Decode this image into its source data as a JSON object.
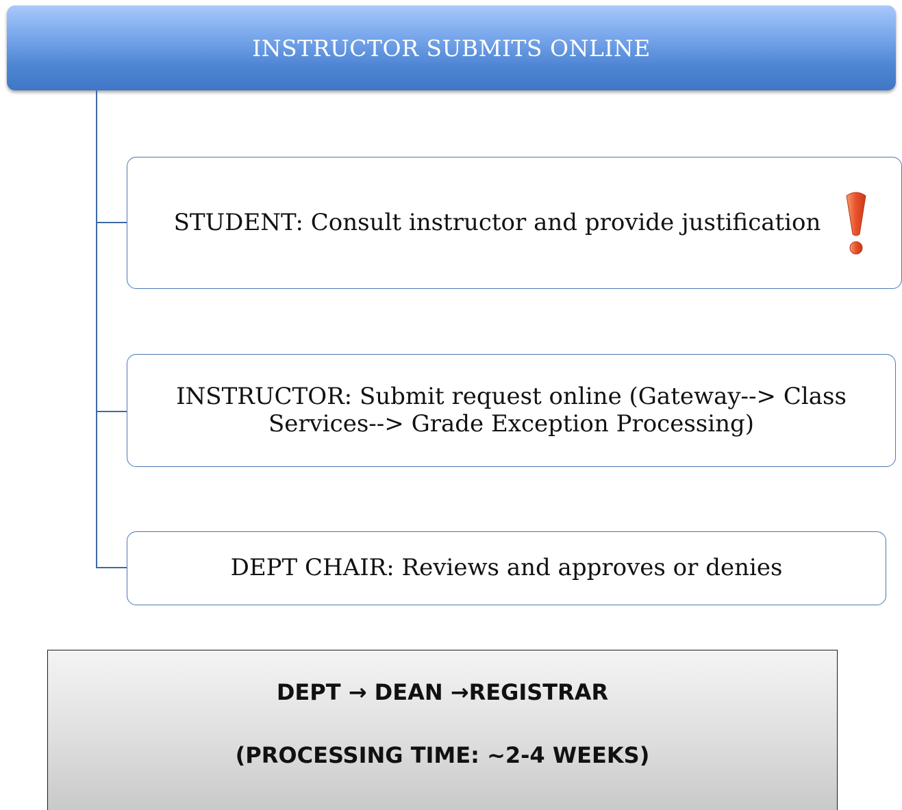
{
  "header": {
    "title": "INSTRUCTOR SUBMITS ONLINE"
  },
  "steps": [
    {
      "text": "STUDENT: Consult instructor and provide justification",
      "icon": "exclamation-icon"
    },
    {
      "text": "INSTRUCTOR: Submit request online (Gateway--> Class Services--> Grade Exception Processing)"
    },
    {
      "text": "DEPT CHAIR: Reviews and approves or denies"
    }
  ],
  "footer": {
    "route": "DEPT → DEAN →REGISTRAR",
    "processing": "(PROCESSING TIME: ~2-4 WEEKS)"
  },
  "colors": {
    "header_top": "#a8c9fb",
    "header_bottom": "#3f76c6",
    "box_border": "#4a77b4",
    "connector": "#3d6aa6",
    "exclamation": "#e8502a"
  }
}
